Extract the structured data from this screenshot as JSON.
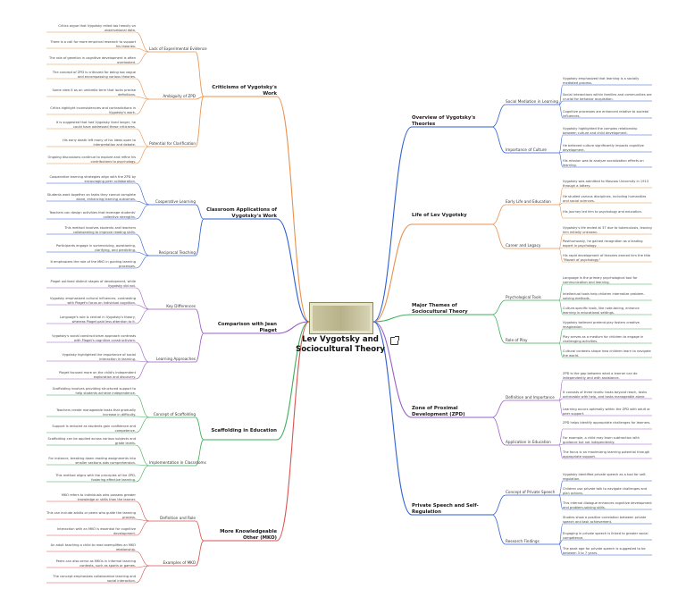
{
  "title": "Lev Vygotsky and Sociocultural Theory",
  "colors": {
    "orange": "#e8914f",
    "red": "#d9534f",
    "green": "#3fae5a",
    "blue": "#2f5fd0",
    "purple": "#9a5fc7"
  },
  "left": [
    {
      "label": "Criticisms of Vygotsky's Work",
      "color": "orange",
      "subs": [
        {
          "label": "Lack of Experimental Evidence",
          "leaves": [
            "Critics argue that Vygotsky relied too heavily on observational data.",
            "There is a call for more empirical research to support his theories.",
            "The role of genetics in cognitive development is often overlooked."
          ]
        },
        {
          "label": "Ambiguity of ZPD",
          "leaves": [
            "The concept of ZPD is criticized for being too vague and encompassing various theories.",
            "Some view it as an umbrella term that lacks precise definitions.",
            "Critics highlight inconsistencies and contradictions in Vygotsky's work."
          ]
        },
        {
          "label": "Potential for Clarification",
          "leaves": [
            "It is suggested that had Vygotsky lived longer, he could have addressed these criticisms.",
            "His early death left many of his ideas open to interpretation and debate.",
            "Ongoing discussions continue to explore and refine his contributions to psychology."
          ]
        }
      ]
    },
    {
      "label": "Classroom Applications of Vygotsky's Work",
      "color": "blue",
      "subs": [
        {
          "label": "Cooperative Learning",
          "leaves": [
            "Cooperative learning strategies align with the ZPD by encouraging peer collaboration.",
            "Students work together on tasks they cannot complete alone, enhancing learning outcomes.",
            "Teachers can design activities that leverage students' collective strengths."
          ]
        },
        {
          "label": "Reciprocal Teaching",
          "leaves": [
            "This method involves students and teachers collaborating to improve reading skills.",
            "Participants engage in summarizing, questioning, clarifying, and predicting.",
            "It emphasizes the role of the MKO in guiding learning processes."
          ]
        }
      ]
    },
    {
      "label": "Comparison with Jean Piaget",
      "color": "purple",
      "subs": [
        {
          "label": "Key Differences",
          "leaves": [
            "Piaget outlined distinct stages of development, while Vygotsky did not.",
            "Vygotsky emphasized cultural influences, contrasting with Piaget's focus on individual cognition.",
            "Language's role is central in Vygotsky's theory, whereas Piaget paid less attention to it."
          ]
        },
        {
          "label": "Learning Approaches",
          "leaves": [
            "Vygotsky's social constructivism approach contrasts with Piaget's cognitive constructivism.",
            "Vygotsky highlighted the importance of social interaction in learning.",
            "Piaget focused more on the child's independent exploration and discovery."
          ]
        }
      ]
    },
    {
      "label": "Scaffolding in Education",
      "color": "green",
      "subs": [
        {
          "label": "Concept of Scaffolding",
          "leaves": [
            "Scaffolding involves providing structured support to help students achieve independence.",
            "Teachers create manageable tasks that gradually increase in difficulty.",
            "Support is reduced as students gain confidence and competence."
          ]
        },
        {
          "label": "Implementation in Classrooms",
          "leaves": [
            "Scaffolding can be applied across various subjects and grade levels.",
            "For instance, breaking down reading assignments into smaller sections aids comprehension.",
            "This method aligns with the principles of the ZPD, fostering effective learning."
          ]
        }
      ]
    },
    {
      "label": "More Knowledgeable Other (MKO)",
      "color": "red",
      "subs": [
        {
          "label": "Definition and Role",
          "leaves": [
            "MKO refers to individuals who possess greater knowledge or skills than the learner.",
            "This can include adults or peers who guide the learning process.",
            "Interaction with an MKO is essential for cognitive development."
          ]
        },
        {
          "label": "Examples of MKO",
          "leaves": [
            "An adult teaching a child to read exemplifies an MKO relationship.",
            "Peers can also serve as MKOs in informal learning contexts, such as sports or games.",
            "The concept emphasizes collaborative learning and social interaction."
          ]
        }
      ]
    }
  ],
  "right": [
    {
      "label": "Overview of Vygotsky's Theories",
      "color": "blue",
      "subs": [
        {
          "label": "Social Mediation in Learning",
          "leaves": [
            "Vygotsky emphasized that learning is a socially mediated process.",
            "Social interactions within families and communities are crucial for behavior acquisition.",
            "Cognitive processes are enhanced relative to societal influences."
          ]
        },
        {
          "label": "Importance of Culture",
          "leaves": [
            "Vygotsky highlighted the complex relationship between culture and child development.",
            "He believed culture significantly impacts cognitive development.",
            "His mission was to analyze socialization effects on learning."
          ]
        }
      ]
    },
    {
      "label": "Life of Lev Vygotsky",
      "color": "orange",
      "subs": [
        {
          "label": "Early Life and Education",
          "leaves": [
            "Vygotsky was admitted to Moscow University in 1913 through a lottery.",
            "He studied various disciplines, including humanities and social sciences.",
            "His journey led him to psychology and education."
          ]
        },
        {
          "label": "Career and Legacy",
          "leaves": [
            "Vygotsky's life ended at 37 due to tuberculosis, leaving him initially unknown.",
            "Posthumously, he gained recognition as a leading expert in psychology.",
            "His rapid development of theories earned him the title \"Mozart of psychology.\""
          ]
        }
      ]
    },
    {
      "label": "Major Themes of Sociocultural Theory",
      "color": "green",
      "subs": [
        {
          "label": "Psychological Tools",
          "leaves": [
            "Language is the primary psychological tool for communication and learning.",
            "Intellectual tools help children internalize problem-solving methods.",
            "Culture-specific tools, like note-taking, enhance learning in educational settings."
          ]
        },
        {
          "label": "Role of Play",
          "leaves": [
            "Vygotsky believed pretend play fosters creative imagination.",
            "Play serves as a medium for children to engage in challenging activities.",
            "Cultural contexts shape how children learn to navigate the world."
          ]
        }
      ]
    },
    {
      "label": "Zone of Proximal Development (ZPD)",
      "color": "purple",
      "subs": [
        {
          "label": "Definition and Importance",
          "leaves": [
            "ZPD is the gap between what a learner can do independently and with assistance.",
            "It consists of three levels: tasks beyond reach, tasks achievable with help, and tasks manageable alone.",
            "Learning occurs optimally within the ZPD with adult or peer support."
          ]
        },
        {
          "label": "Application in Education",
          "leaves": [
            "ZPD helps identify appropriate challenges for learners.",
            "For example, a child may learn subtraction with guidance but not independently.",
            "The focus is on maximizing learning potential through appropriate support."
          ]
        }
      ]
    },
    {
      "label": "Private Speech and Self-Regulation",
      "color": "blue",
      "subs": [
        {
          "label": "Concept of Private Speech",
          "leaves": [
            "Vygotsky identified private speech as a tool for self-regulation.",
            "Children use private talk to navigate challenges and plan actions.",
            "This internal dialogue enhances cognitive development and problem-solving skills."
          ]
        },
        {
          "label": "Research Findings",
          "leaves": [
            "Studies show a positive correlation between private speech and task achievement.",
            "Engaging in private speech is linked to greater social competence.",
            "The peak age for private speech is suggested to be between 3 to 7 years."
          ]
        }
      ]
    }
  ]
}
